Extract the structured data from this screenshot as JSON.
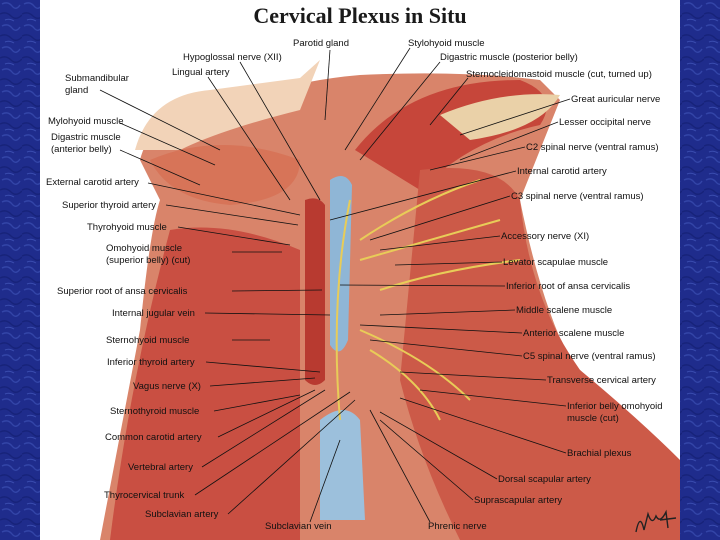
{
  "title": "Cervical Plexus in Situ",
  "colors": {
    "background_blue": "#1e2a8a",
    "muscle": "#c8473b",
    "vein": "#8fb6d6",
    "nerve": "#e8cc58",
    "fat": "#e9c99a"
  },
  "labels": {
    "parotid_gland": "Parotid gland",
    "stylohyoid_muscle": "Stylohyoid muscle",
    "hypoglossal_nerve": "Hypoglossal nerve (XII)",
    "digastric_posterior": "Digastric muscle (posterior belly)",
    "lingual_artery": "Lingual artery",
    "sternocleidomastoid": "Sternocleidomastoid muscle (cut, turned up)",
    "submandibular_gland_1": "Submandibular",
    "submandibular_gland_2": "gland",
    "great_auricular_nerve": "Great auricular nerve",
    "mylohyoid_muscle": "Mylohyoid muscle",
    "lesser_occipital_nerve": "Lesser occipital nerve",
    "digastric_anterior_1": "Digastric muscle",
    "digastric_anterior_2": "(anterior belly)",
    "c2_spinal_nerve": "C2 spinal nerve (ventral ramus)",
    "internal_carotid_artery": "Internal carotid artery",
    "external_carotid_artery": "External carotid artery",
    "c3_spinal_nerve": "C3 spinal nerve (ventral ramus)",
    "superior_thyroid_artery": "Superior thyroid artery",
    "thyrohyoid_muscle": "Thyrohyoid muscle",
    "accessory_nerve": "Accessory nerve (XI)",
    "omohyoid_superior_1": "Omohyoid muscle",
    "omohyoid_superior_2": "(superior belly) (cut)",
    "levator_scapulae": "Levator scapulae muscle",
    "superior_root_ansa": "Superior root of ansa cervicalis",
    "inferior_root_ansa": "Inferior root of ansa cervicalis",
    "internal_jugular_vein": "Internal jugular vein",
    "middle_scalene": "Middle scalene muscle",
    "sternohyoid_muscle": "Sternohyoid muscle",
    "anterior_scalene": "Anterior scalene muscle",
    "c5_spinal_nerve": "C5 spinal nerve (ventral ramus)",
    "inferior_thyroid_artery": "Inferior thyroid artery",
    "transverse_cervical_artery": "Transverse cervical artery",
    "vagus_nerve": "Vagus nerve (X)",
    "inferior_belly_omohyoid_1": "Inferior belly omohyoid",
    "inferior_belly_omohyoid_2": "muscle (cut)",
    "sternothyroid_muscle": "Sternothyroid muscle",
    "common_carotid_artery": "Common carotid artery",
    "brachial_plexus": "Brachial plexus",
    "vertebral_artery": "Vertebral artery",
    "dorsal_scapular_artery": "Dorsal scapular artery",
    "thyrocervical_trunk": "Thyrocervical trunk",
    "suprascapular_artery": "Suprascapular artery",
    "subclavian_artery": "Subclavian artery",
    "subclavian_vein": "Subclavian vein",
    "phrenic_nerve": "Phrenic nerve"
  },
  "signature_icon": "netter-signature-icon"
}
